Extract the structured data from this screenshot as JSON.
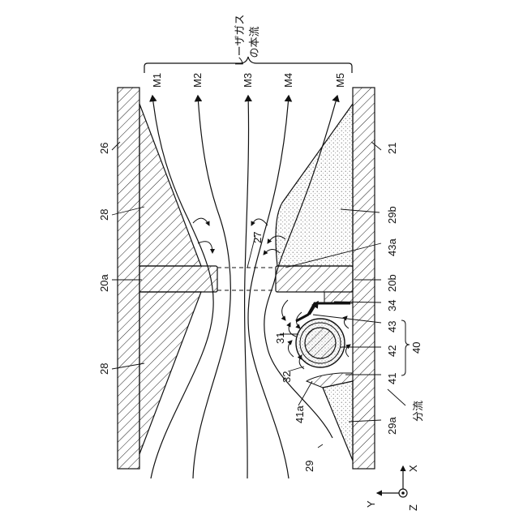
{
  "figure": {
    "main_flow_label_line1": "レーザガス",
    "main_flow_label_line2": "の本流",
    "branch_flow_label": "分流",
    "streamlines": [
      "M1",
      "M2",
      "M3",
      "M4",
      "M5"
    ],
    "parts": {
      "p26": "26",
      "p21": "21",
      "p28_upper": "28",
      "p28_lower": "28",
      "p20a": "20a",
      "p20b": "20b",
      "p27": "27",
      "p29b": "29b",
      "p43a": "43a",
      "p34": "34",
      "p43": "43",
      "p42": "42",
      "p40": "40",
      "p41": "41",
      "p31": "31",
      "p32": "32",
      "p41a": "41a",
      "p29a": "29a",
      "p29": "29"
    },
    "axes": {
      "x": "X",
      "y": "Y",
      "z": "Z"
    }
  }
}
